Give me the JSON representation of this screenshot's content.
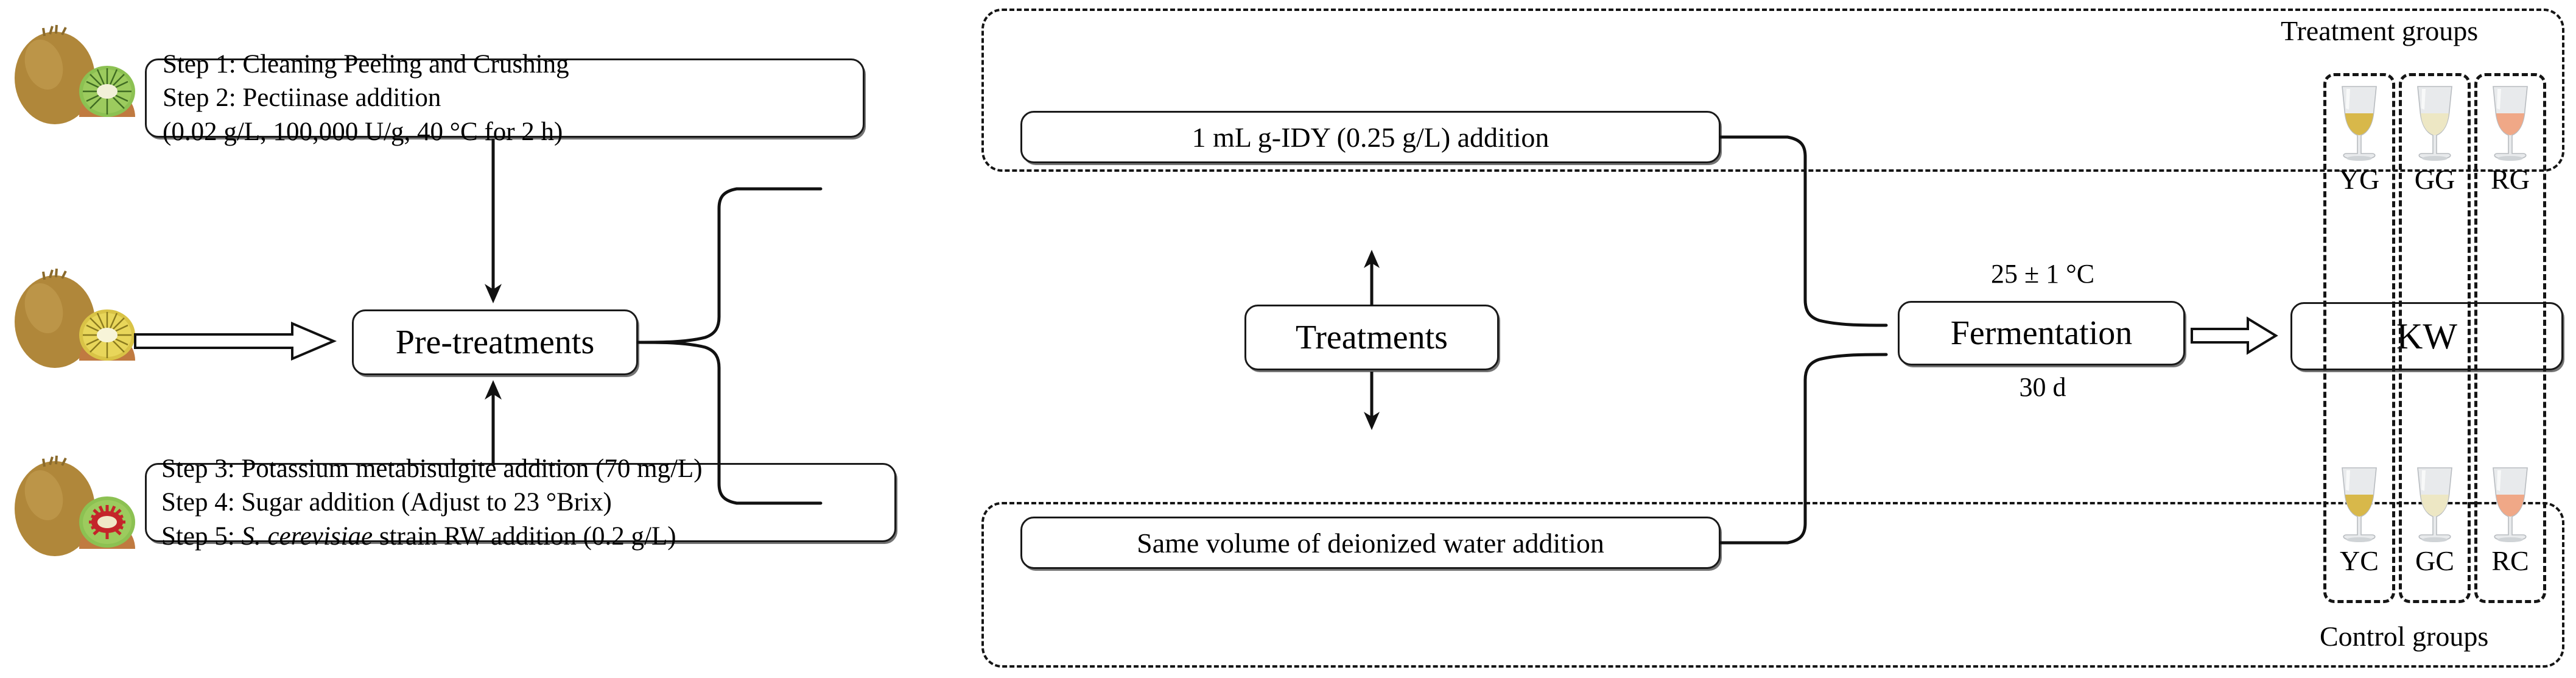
{
  "diagram": {
    "title": "Kiwifruit wine fermentation workflow",
    "pretreatment_box": {
      "label": "Pre-treatments"
    },
    "upper_steps": {
      "lines": [
        "Step 1: Cleaning Peeling and Crushing",
        "Step 2: Pectiinase addition",
        "(0.02 g/L, 100,000 U/g, 40 °C for 2 h)"
      ]
    },
    "lower_steps": {
      "line1": "Step 3: Potassium metabisulgite addition (70 mg/L)",
      "line2": "Step 4: Sugar addition (Adjust to 23 °Brix)",
      "line3_prefix": "Step 5: ",
      "line3_italic": "S. cerevisiae",
      "line3_suffix": " strain RW addition (0.2 g/L)"
    },
    "treatments_box": {
      "label": "Treatments"
    },
    "treatment_arm": {
      "label": "1 mL g-IDY (0.25 g/L) addition"
    },
    "control_arm": {
      "label": "Same volume of deionized water addition"
    },
    "fermentation": {
      "label": "Fermentation",
      "temperature": "25 ± 1 °C",
      "duration": "30 d"
    },
    "product": {
      "label": "KW"
    },
    "groups": {
      "treatment_group_label": "Treatment groups",
      "control_group_label": "Control groups",
      "treatment_samples": [
        {
          "code": "YG",
          "wine_color": "#d8b84a",
          "icon": "wine-glass-icon"
        },
        {
          "code": "GG",
          "wine_color": "#ede7c4",
          "icon": "wine-glass-icon"
        },
        {
          "code": "RG",
          "wine_color": "#f0a887",
          "icon": "wine-glass-icon"
        }
      ],
      "control_samples": [
        {
          "code": "YC",
          "wine_color": "#d8b84a",
          "icon": "wine-glass-icon"
        },
        {
          "code": "GC",
          "wine_color": "#ede7c4",
          "icon": "wine-glass-icon"
        },
        {
          "code": "RC",
          "wine_color": "#f0a887",
          "icon": "wine-glass-icon"
        }
      ]
    },
    "fruit_icons": [
      {
        "name": "kiwi-green-icon",
        "skin": "#b08a3e",
        "flesh": "#8cc152",
        "core": "#f2f0d8"
      },
      {
        "name": "kiwi-gold-icon",
        "skin": "#b08a3e",
        "flesh": "#e8d24a",
        "core": "#f7f4d8"
      },
      {
        "name": "kiwi-red-icon",
        "skin": "#b08a3e",
        "flesh": "#8cc152",
        "core": "#c4252a"
      }
    ],
    "colors": {
      "stroke": "#1a1a1a",
      "background": "#ffffff"
    }
  }
}
